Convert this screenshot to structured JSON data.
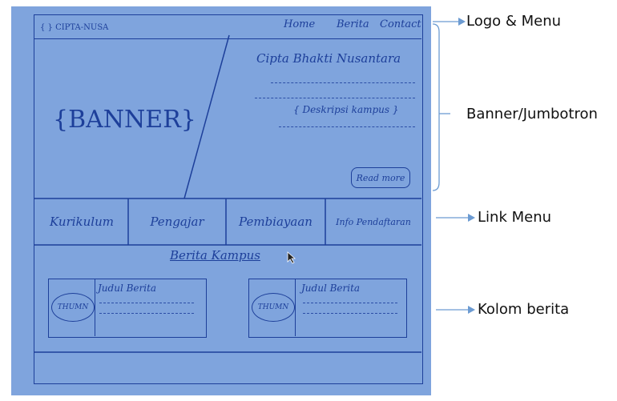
{
  "wireframe": {
    "logo": "{ } CIPTA-NUSA",
    "nav": [
      "Home",
      "Berita",
      "Contact"
    ],
    "banner_label": "{BANNER}",
    "site_title": "Cipta Bhakti Nusantara",
    "description": "{ Deskripsi kampus }",
    "read_more": "Read more",
    "link_menu": [
      "Kurikulum",
      "Pengajar",
      "Pembiayaan",
      "Info Pendaftaran"
    ],
    "section_title": "Berita Kampus",
    "news": [
      {
        "thumb": "THUMN",
        "title": "Judul Berita"
      },
      {
        "thumb": "THUMN",
        "title": "Judul Berita"
      }
    ]
  },
  "annotations": {
    "logo_menu": "Logo & Menu",
    "banner": "Banner/Jumbotron",
    "link_menu": "Link Menu",
    "news_column": "Kolom berita"
  },
  "colors": {
    "paper": "#7fa4dd",
    "ink": "#1d3f9a",
    "arrow": "#6c9bd2"
  }
}
